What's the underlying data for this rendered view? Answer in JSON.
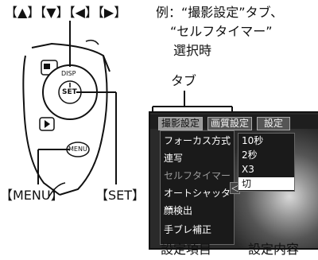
{
  "buttons_label": "【▲】【▼】【◀】【▶】",
  "example_text": {
    "line1": "例：“撮影設定”タブ、",
    "line2": "“セルフタイマー”",
    "line3": "選択時"
  },
  "tab_callout": "タブ",
  "menu_key": "【MENU】",
  "set_key": "【SET】",
  "dial": {
    "disp": "DISP",
    "set": "SET",
    "menu": "MENU"
  },
  "screen": {
    "tabs": [
      "撮影設定",
      "画質設定",
      "設定"
    ],
    "items": [
      "フォーカス方式",
      "連写",
      "セルフタイマー",
      "オートシャッター",
      "顔検出",
      "手ブレ補正"
    ],
    "options": [
      "10秒",
      "2秒",
      "X3",
      "切"
    ],
    "selected_option_index": 3,
    "arrow_glyph": "◁"
  },
  "bottom_labels": {
    "items": "設定項目",
    "contents": "設定内容"
  }
}
